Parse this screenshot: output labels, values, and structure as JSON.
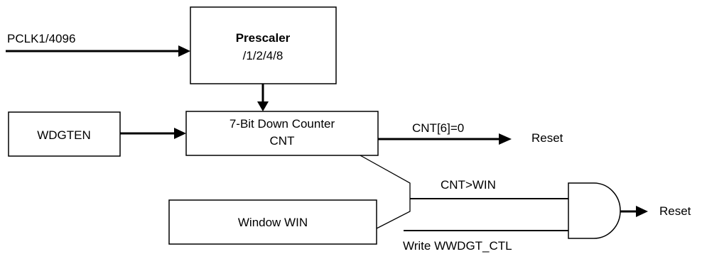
{
  "diagram": {
    "inputs": {
      "pclk": "PCLK1/4096",
      "wdgten": "WDGTEN",
      "write_ctl": "Write WWDGT_CTL"
    },
    "prescaler": {
      "title": "Prescaler",
      "subtitle": "/1/2/4/8"
    },
    "counter": {
      "line1": "7-Bit Down Counter",
      "line2": "CNT"
    },
    "window": {
      "label": "Window WIN"
    },
    "signals": {
      "cnt_zero": "CNT[6]=0",
      "cnt_gt_win": "CNT>WIN"
    },
    "outputs": {
      "reset_top": "Reset",
      "reset_bottom": "Reset"
    }
  }
}
